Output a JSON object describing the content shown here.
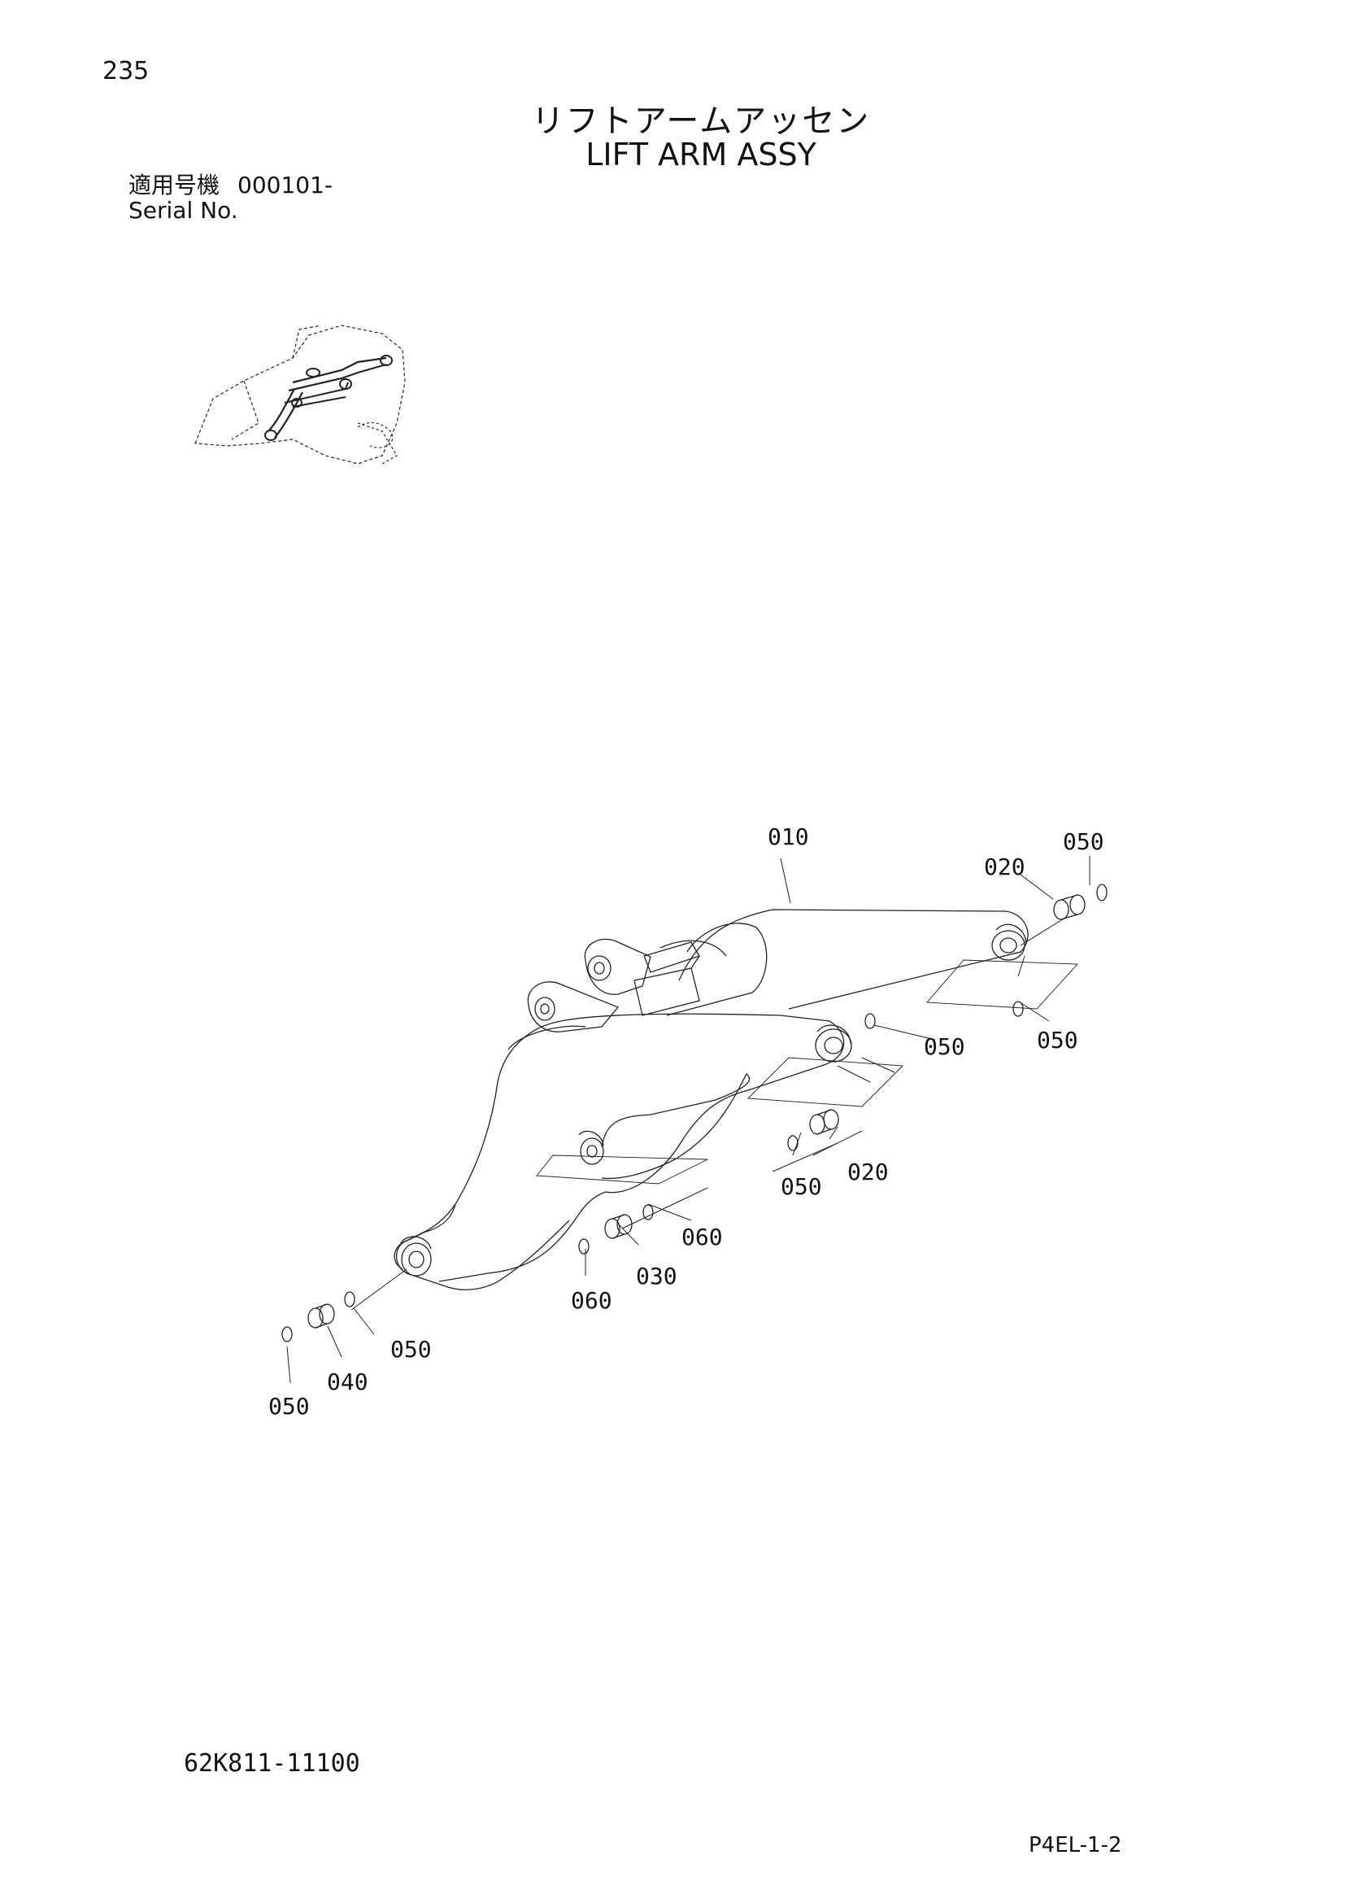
{
  "page_number": "235",
  "title_ja": "リフトアームアッセン",
  "title_en": "LIFT ARM ASSY",
  "serial": {
    "label_ja": "適用号機",
    "value": "000101-",
    "label_en": "Serial No."
  },
  "callouts": {
    "c010": "010",
    "c020_top": "020",
    "c050_top": "050",
    "c050_mid": "050",
    "c050_right": "050",
    "c020_mid": "020",
    "c050_mid2": "050",
    "c060_right": "060",
    "c030": "030",
    "c060_left": "060",
    "c050_low": "050",
    "c040": "040",
    "c050_bottom": "050"
  },
  "part_number": "62K811-11100",
  "page_ref": "P4EL-1-2"
}
